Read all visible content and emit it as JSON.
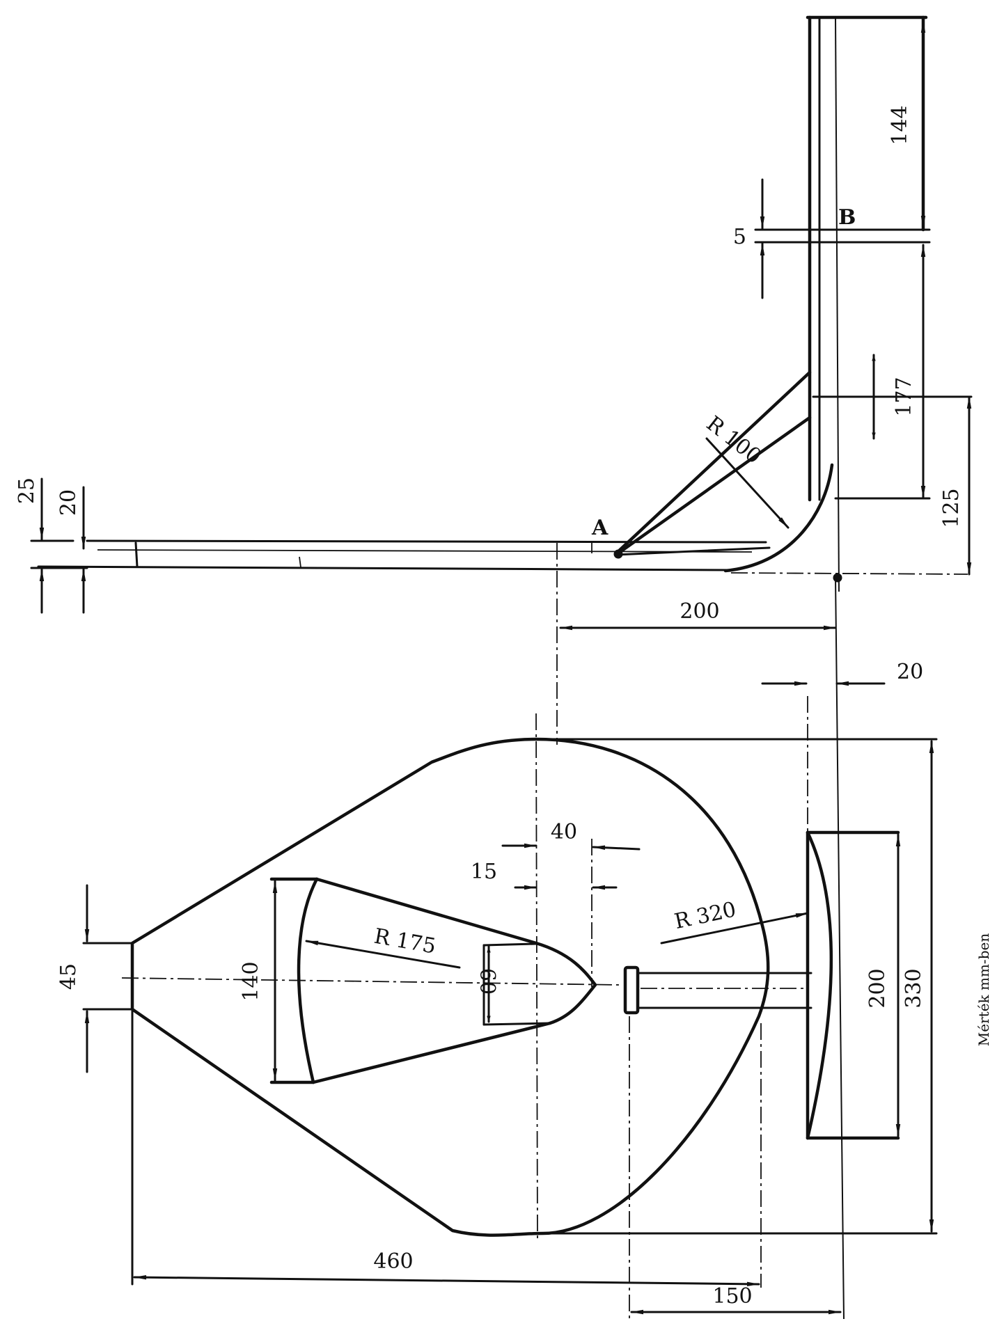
{
  "drawing": {
    "point_labels": {
      "a": "A",
      "b": "B"
    },
    "dimensions": {
      "d144": "144",
      "d5": "5",
      "d177": "177",
      "d125": "125",
      "r100": "R 100",
      "d25": "25",
      "d20_left": "20",
      "d200_horizontal": "200",
      "d20_right": "20",
      "d40": "40",
      "d15": "15",
      "r175": "R 175",
      "r320": "R 320",
      "d60": "60",
      "d140": "140",
      "d45": "45",
      "d200_vertical": "200",
      "d330": "330",
      "d460": "460",
      "d150": "150"
    },
    "note": "Mérték mm-ben"
  }
}
